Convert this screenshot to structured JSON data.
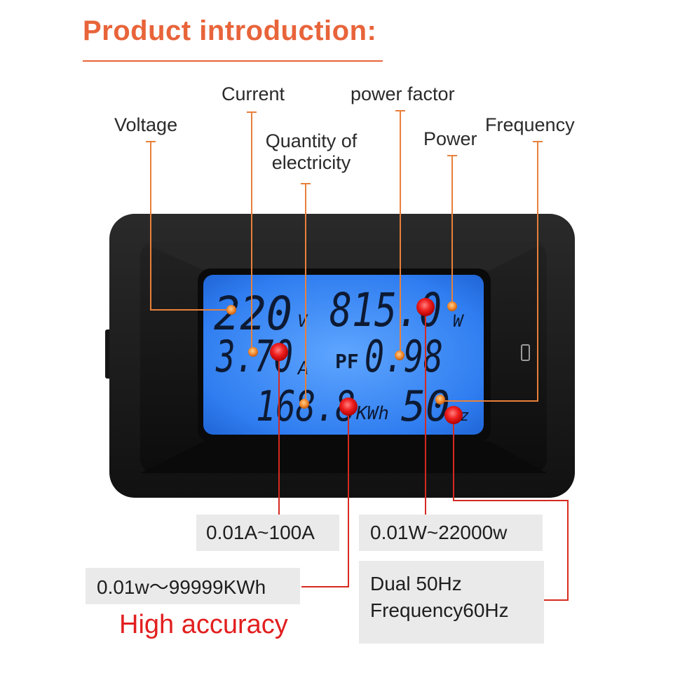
{
  "title": "Product introduction:",
  "labels": {
    "voltage": "Voltage",
    "current": "Current",
    "quantity_line1": "Quantity of",
    "quantity_line2": "electricity",
    "power_factor": "power factor",
    "power": "Power",
    "frequency": "Frequency"
  },
  "lcd": {
    "voltage_value": "220",
    "voltage_unit": "V",
    "power_value": "815.0",
    "power_unit": "W",
    "current_value": "3.70",
    "current_unit": "A",
    "pf_label": "PF",
    "pf_value": "0.98",
    "energy_value": "168.8",
    "energy_unit": "KWh",
    "frequency_value": "50",
    "frequency_unit": "Hz"
  },
  "specs": {
    "current_range": "0.01A~100A",
    "power_range": "0.01W~22000w",
    "energy_range": "0.01w～99999KWh",
    "frequency_line1": "Dual 50Hz",
    "frequency_line2": "Frequency60Hz"
  },
  "tagline": "High accuracy",
  "colors": {
    "title": "#e8643a",
    "leader_orange": "#e8803a",
    "leader_red": "#d62a1f",
    "lcd_background": "#2f7df0",
    "lcd_digits": "#0d1a33",
    "tagline": "#e21f1f",
    "spec_box": "#eaeaea",
    "device_body": "#1c1c1c"
  }
}
